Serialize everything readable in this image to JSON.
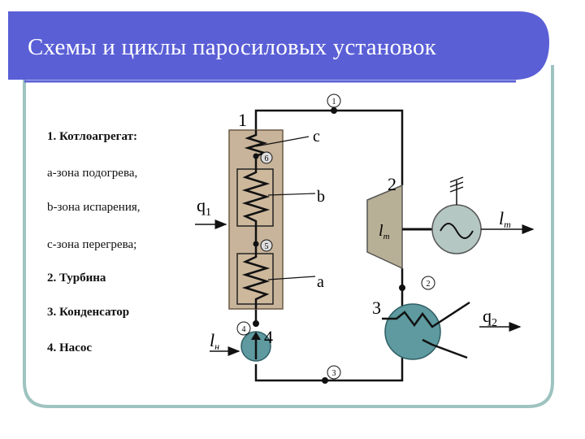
{
  "title": "Схемы и циклы паросиловых установок",
  "legend": [
    "1.  Котлоагрегат:",
    "а-зона подогрева,",
    "b-зона испарения,",
    "c-зона перегрева;",
    "2. Турбина",
    "3. Конденсатор",
    "4. Насос"
  ],
  "diagram": {
    "boiler_number": "1",
    "turbine_number": "2",
    "condenser_number": "3",
    "pump_number": "4",
    "zone_c": "c",
    "zone_b": "b",
    "zone_a": "a",
    "heat_in": "q",
    "heat_in_sub": "1",
    "heat_out": "q",
    "heat_out_sub": "2",
    "turbine_work": "l",
    "turbine_work_sub": "т",
    "turbine_symbol": "l",
    "turbine_symbol_sub": "т",
    "pump_work": "l",
    "pump_work_sub": "н",
    "point_1": "1",
    "point_2": "2",
    "point_3": "3",
    "point_4": "4",
    "point_5": "5",
    "point_6": "6"
  },
  "colors": {
    "header": "#5a5fd6",
    "frame_border": "#8fb8b8",
    "boiler_fill": "#c8b49a",
    "turbine_fill": "#b8b096",
    "condenser_fill": "#5e9aa0",
    "generator_fill": "#b5c7c3",
    "pipe": "#111111"
  }
}
